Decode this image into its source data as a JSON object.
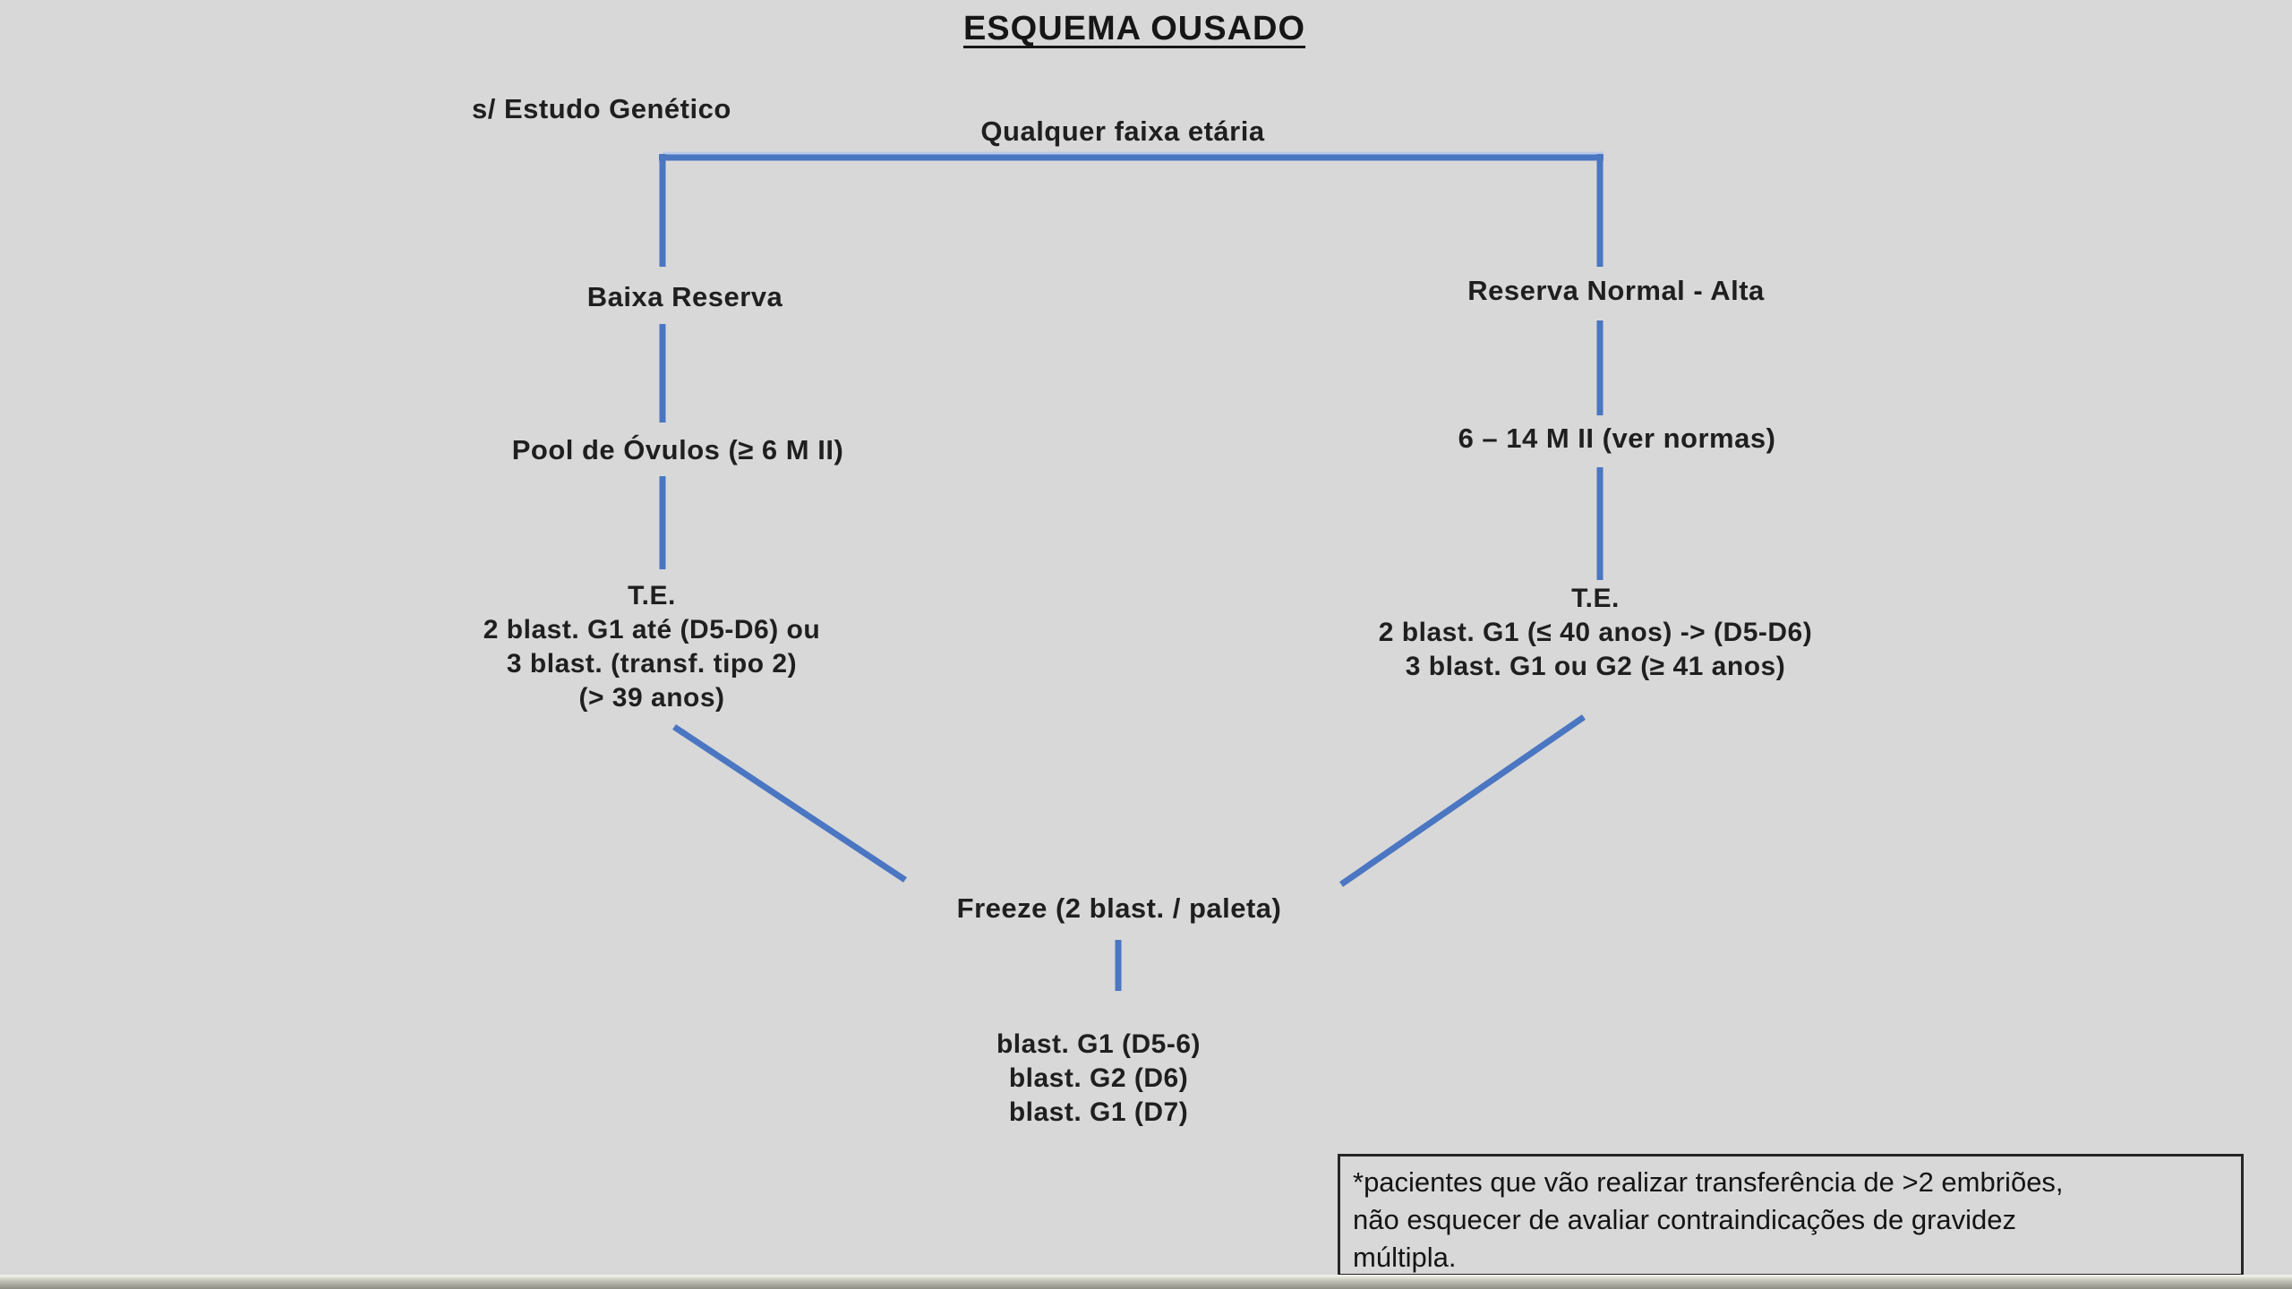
{
  "title": "ESQUEMA OUSADO",
  "colors": {
    "background": "#d8d8d8",
    "line_blue": "#4a76c2",
    "line_blue_light": "#b9c9e8",
    "text_dark": "#1f1f1f",
    "note_border": "#262626"
  },
  "flowchart": {
    "side_label": "s/ Estudo Genético",
    "root_label": "Qualquer faixa etária",
    "left_branch": {
      "level1": "Baixa Reserva",
      "level2": "Pool de Óvulos (≥ 6 M II)",
      "te_lines": [
        "T.E.",
        "2 blast. G1 até (D5-D6) ou",
        "3 blast. (transf. tipo 2)",
        "(> 39 anos)"
      ]
    },
    "right_branch": {
      "level1": "Reserva Normal - Alta",
      "level2": "6 – 14 M II (ver normas)",
      "te_lines": [
        "T.E.",
        "2 blast. G1 (≤ 40 anos) -> (D5-D6)",
        "3 blast. G1 ou G2 (≥ 41 anos)"
      ]
    },
    "freeze_label": "Freeze (2 blast. / paleta)",
    "freeze_detail_lines": [
      "blast. G1 (D5-6)",
      "blast. G2 (D6)",
      "blast. G1 (D7)"
    ],
    "note_lines": [
      "*pacientes que vão realizar transferência de >2 embriões,",
      "não esquecer de avaliar contraindicações de gravidez",
      "múltipla."
    ]
  }
}
